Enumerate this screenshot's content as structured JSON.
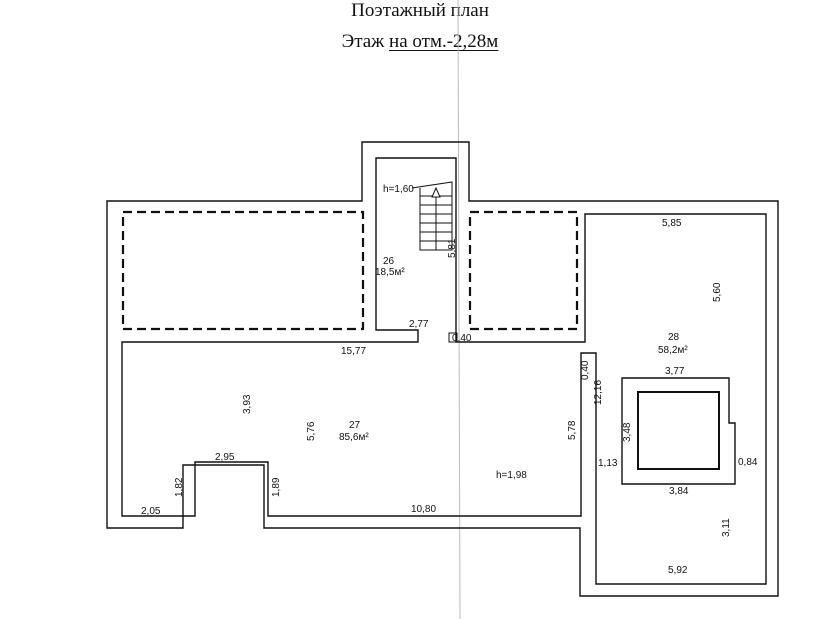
{
  "title": "Поэтажный план",
  "subtitle_prefix": "Этаж ",
  "subtitle_underlined": "на отм.-2,28м",
  "rooms": [
    {
      "id": "26",
      "area": "18,5м²"
    },
    {
      "id": "27",
      "area": "85,6м²"
    },
    {
      "id": "28",
      "area": "58,2м²"
    }
  ],
  "heights": {
    "stair": "h=1,60",
    "main": "h=1,98"
  },
  "dimensions": {
    "d_5_85": "5,85",
    "d_5_60": "5,60",
    "d_5_81": "5,81",
    "d_2_77": "2,77",
    "d_0_40a": "0,40",
    "d_15_77": "15,77",
    "d_0_40b": "0,40",
    "d_3_77": "3,77",
    "d_12_16": "12,16",
    "d_3_93": "3,93",
    "d_5_76": "5,76",
    "d_5_78": "5,78",
    "d_3_48": "3,48",
    "d_1_13": "1,13",
    "d_0_84": "0,84",
    "d_2_95": "2,95",
    "d_1_82": "1,82",
    "d_1_89": "1,89",
    "d_3_84": "3,84",
    "d_2_05": "2,05",
    "d_10_80": "10,80",
    "d_3_11": "3,11",
    "d_5_92": "5,92"
  }
}
